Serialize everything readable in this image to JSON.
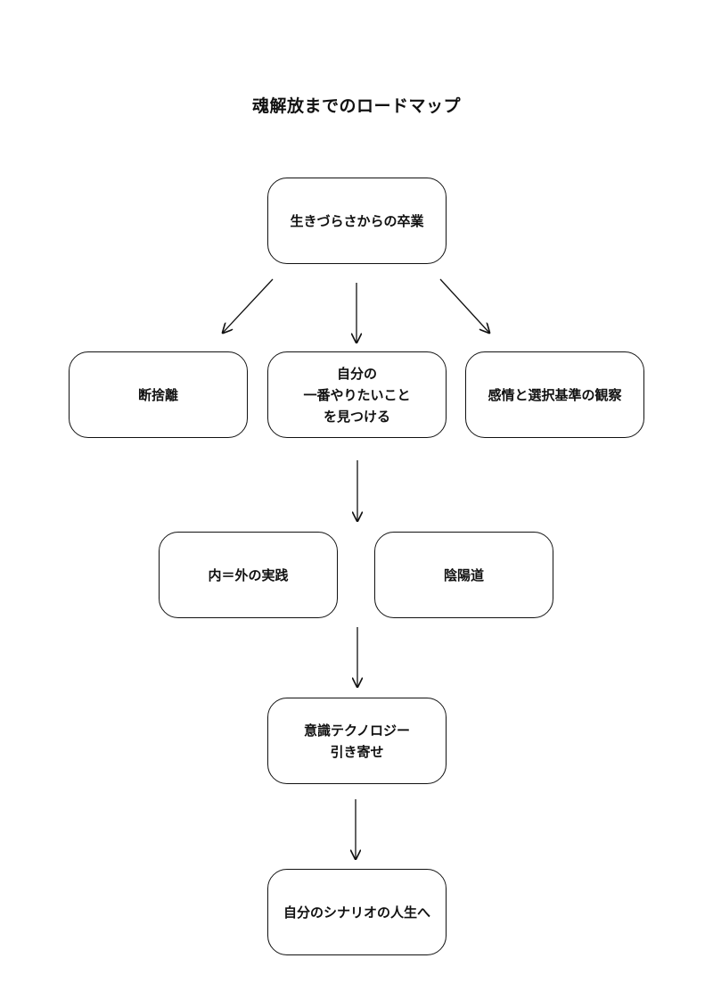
{
  "diagram": {
    "title": "魂解放までのロードマップ",
    "nodes": [
      {
        "id": "n1",
        "label": "生きづらさからの卒業"
      },
      {
        "id": "n2",
        "label": "断捨離"
      },
      {
        "id": "n3",
        "label": "自分の\n一番やりたいこと\nを見つける"
      },
      {
        "id": "n4",
        "label": "感情と選択基準の観察"
      },
      {
        "id": "n5",
        "label": "内＝外の実践"
      },
      {
        "id": "n6",
        "label": "陰陽道"
      },
      {
        "id": "n7",
        "label": "意識テクノロジー\n引き寄せ"
      },
      {
        "id": "n8",
        "label": "自分のシナリオの人生へ"
      }
    ],
    "edges": [
      {
        "from": "n1",
        "to": "n2"
      },
      {
        "from": "n1",
        "to": "n3"
      },
      {
        "from": "n1",
        "to": "n4"
      },
      {
        "from": "n3",
        "to": "n5"
      },
      {
        "from": "n5",
        "to": "n7"
      },
      {
        "from": "n7",
        "to": "n8"
      }
    ]
  }
}
